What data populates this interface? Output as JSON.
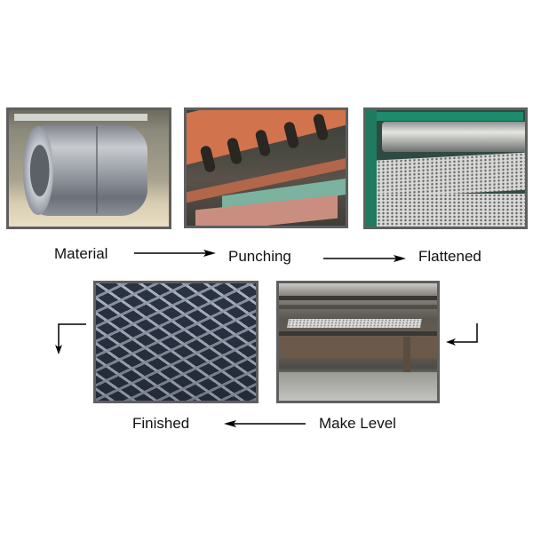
{
  "diagram": {
    "type": "process-flow",
    "steps": [
      {
        "id": "material",
        "label": "Material",
        "image": "steel-coil-photo"
      },
      {
        "id": "punching",
        "label": "Punching",
        "image": "punching-machine-photo"
      },
      {
        "id": "flattened",
        "label": "Flattened",
        "image": "flattening-rollers-photo"
      },
      {
        "id": "make_level",
        "label": "Make Level",
        "image": "leveling-machine-photo"
      },
      {
        "id": "finished",
        "label": "Finished",
        "image": "expanded-metal-mesh-photo"
      }
    ],
    "edges": [
      {
        "from": "material",
        "to": "punching",
        "arrow": "right"
      },
      {
        "from": "punching",
        "to": "flattened",
        "arrow": "right"
      },
      {
        "from": "flattened",
        "to": "make_level",
        "arrow": "bent-left"
      },
      {
        "from": "make_level",
        "to": "finished",
        "arrow": "left"
      }
    ],
    "colors": {
      "frame": "#5f5f5f",
      "text": "#111111",
      "arrow": "#000000",
      "background": "#ffffff"
    }
  }
}
